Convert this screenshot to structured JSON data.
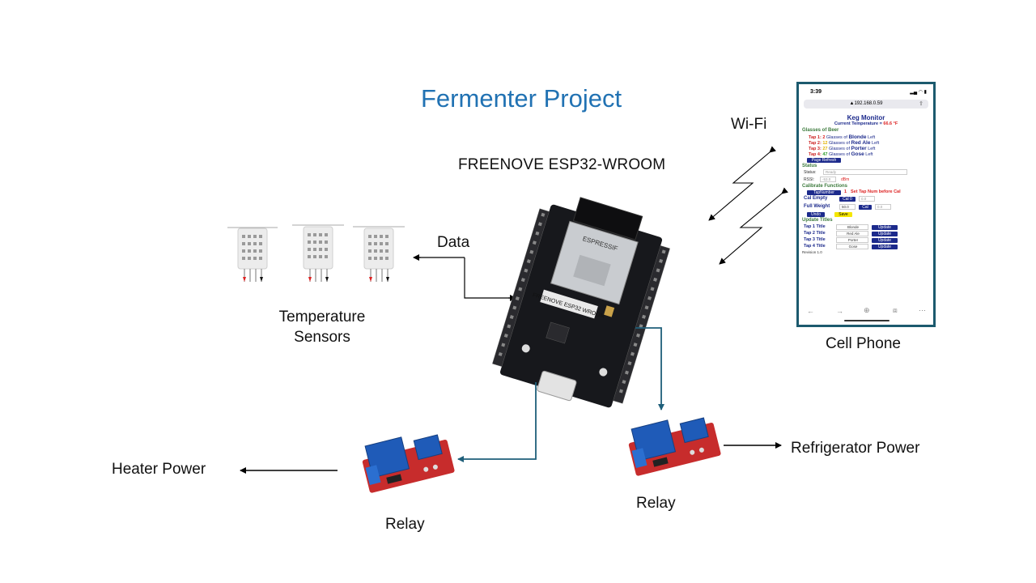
{
  "title": "Fermenter Project",
  "board_label": "FREENOVE ESP32-WROOM",
  "board_chip": {
    "brand": "ESPRESSIF",
    "pcb_text": "FREENOVE ESP32 WROOM"
  },
  "labels": {
    "wifi": "Wi-Fi",
    "data": "Data",
    "temperature_sensors": "Temperature Sensors",
    "cell_phone": "Cell Phone",
    "heater_power": "Heater Power",
    "refrigerator_power": "Refrigerator Power",
    "relay_left": "Relay",
    "relay_right": "Relay"
  },
  "colors": {
    "title": "#2172b3",
    "connector": "#1f5f7a",
    "phone_border": "#1c5a6e"
  },
  "phone": {
    "status_time": "3:39",
    "url": "▲192.168.0.59",
    "page_title": "Keg Monitor",
    "current_temp_label": "Current Temperature =",
    "current_temp_value": "66.6 °F",
    "glasses_heading": "Glasses of Beer",
    "taps": [
      {
        "tap": "Tap 1:",
        "count": "2",
        "color": "#d22",
        "glasses": "Glasses of",
        "beer": "Blonde",
        "left": "Left"
      },
      {
        "tap": "Tap 2:",
        "count": "12",
        "color": "#e2b100",
        "glasses": "Glasses of",
        "beer": "Red Ale",
        "left": "Left"
      },
      {
        "tap": "Tap 3:",
        "count": "27",
        "color": "#e2b100",
        "glasses": "Glasses of",
        "beer": "Porter",
        "left": "Left"
      },
      {
        "tap": "Tap 4:",
        "count": "47",
        "color": "#2a9a2a",
        "glasses": "Glasses of",
        "beer": "Gose",
        "left": "Left"
      }
    ],
    "page_refresh": "Page Refresh",
    "status_heading": "Status",
    "status_label": "Status:",
    "status_value": "Ready",
    "rssi_label": "RSSI:",
    "rssi_value": "-53.0",
    "rssi_unit": "dBm",
    "calibrate_heading": "Calibrate Functions",
    "tapnumber_btn": "TapNumber",
    "tapnumber_value": "1",
    "tapnumber_hint": "Set Tap Num before Cal",
    "cal_empty_label": "Cal Empty",
    "cal0_btn": "Cal 0",
    "cal_empty_value": "0.0",
    "full_weight_label": "Full Weight",
    "full_weight_value": "50.0",
    "cal_btn": "Cal",
    "cal_value": "0.0",
    "undo_btn": "Undo",
    "save_btn": "Save",
    "update_heading": "Update Titles",
    "titles": [
      {
        "label": "Tap 1 Title",
        "value": "Blonde",
        "btn": "Update"
      },
      {
        "label": "Tap 2 Title",
        "value": "Red Ale",
        "btn": "Update"
      },
      {
        "label": "Tap 3 Title",
        "value": "Porter",
        "btn": "Update"
      },
      {
        "label": "Tap 4 Title",
        "value": "Gose",
        "btn": "Update"
      }
    ],
    "revision": "Revision 1.0"
  }
}
